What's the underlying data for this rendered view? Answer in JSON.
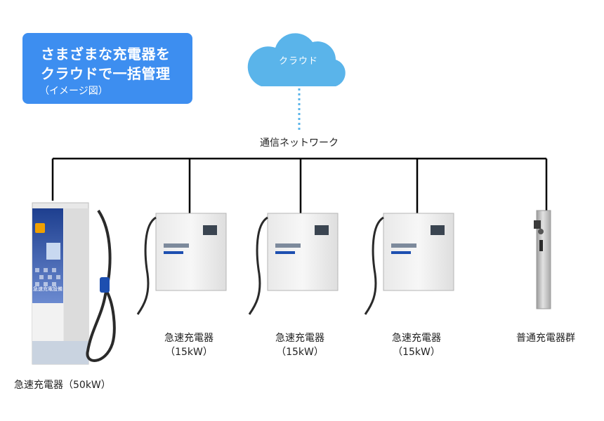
{
  "badge": {
    "line1": "さまざまな充電器を",
    "line2": "クラウドで一括管理",
    "line3": "（イメージ図）"
  },
  "cloud": {
    "label": "クラウド"
  },
  "network": {
    "label": "通信ネットワーク"
  },
  "chargers": [
    {
      "name": "急速充電器（50kW）",
      "panel_text": "急速充電設備"
    },
    {
      "name": "急速充電器",
      "spec": "（15kW）"
    },
    {
      "name": "急速充電器",
      "spec": "（15kW）"
    },
    {
      "name": "急速充電器",
      "spec": "（15kW）"
    },
    {
      "name": "普通充電器群"
    }
  ],
  "colors": {
    "badge": "#3d8ef0",
    "cloud": "#5ab4ea",
    "network_line": "#000000",
    "cable_dotted": "#5ab4ea"
  }
}
